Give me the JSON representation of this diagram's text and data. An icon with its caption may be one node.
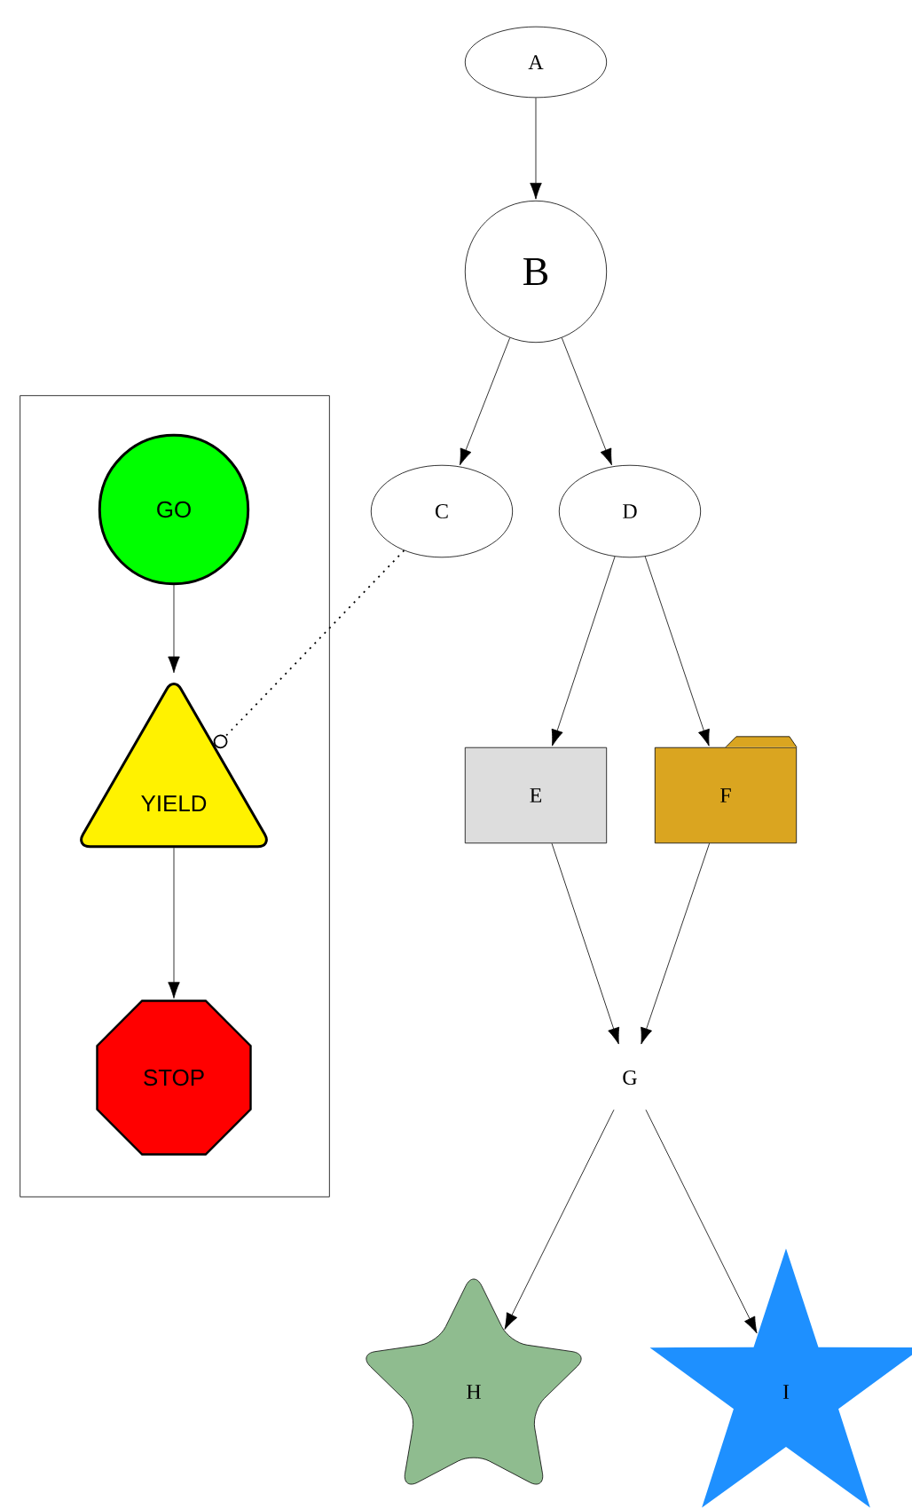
{
  "diagram": {
    "nodes": [
      {
        "text": [],
        "shape": "box"
      },
      {
        "text": [
          "GO"
        ],
        "in": 0
      },
      {
        "text": [
          "YIELD"
        ],
        "in": 0
      },
      {
        "text": [
          "STOP"
        ],
        "in": 0
      },
      {
        "text": [
          "A"
        ]
      },
      {
        "text": [
          "B"
        ]
      },
      {
        "text": [
          "C"
        ]
      },
      {
        "text": [
          "D"
        ]
      },
      {
        "text": [
          "E"
        ]
      },
      {
        "text": [
          "F"
        ]
      },
      {
        "text": [
          "G"
        ]
      },
      {
        "text": [
          "H"
        ]
      },
      {
        "text": [
          "I"
        ]
      }
    ],
    "edges": [
      {
        "from": 4,
        "to": 5,
        "arrow": "to"
      },
      {
        "from": 5,
        "to": 6,
        "arrow": "to"
      },
      {
        "from": 5,
        "to": 7,
        "arrow": "to"
      },
      {
        "from": 6,
        "to": 2,
        "arrow": "other",
        "style": "dashed"
      },
      {
        "from": 1,
        "to": 2,
        "arrow": "to"
      },
      {
        "from": 2,
        "to": 3,
        "arrow": "to"
      },
      {
        "from": 7,
        "to": 8,
        "arrow": "to"
      },
      {
        "from": 7,
        "to": 9,
        "arrow": "to"
      },
      {
        "from": 8,
        "to": 10,
        "arrow": "to"
      },
      {
        "from": 9,
        "to": 10,
        "arrow": "to"
      },
      {
        "from": 10,
        "to": 11,
        "arrow": "to"
      },
      {
        "from": 10,
        "to": 12,
        "arrow": "to"
      }
    ]
  }
}
